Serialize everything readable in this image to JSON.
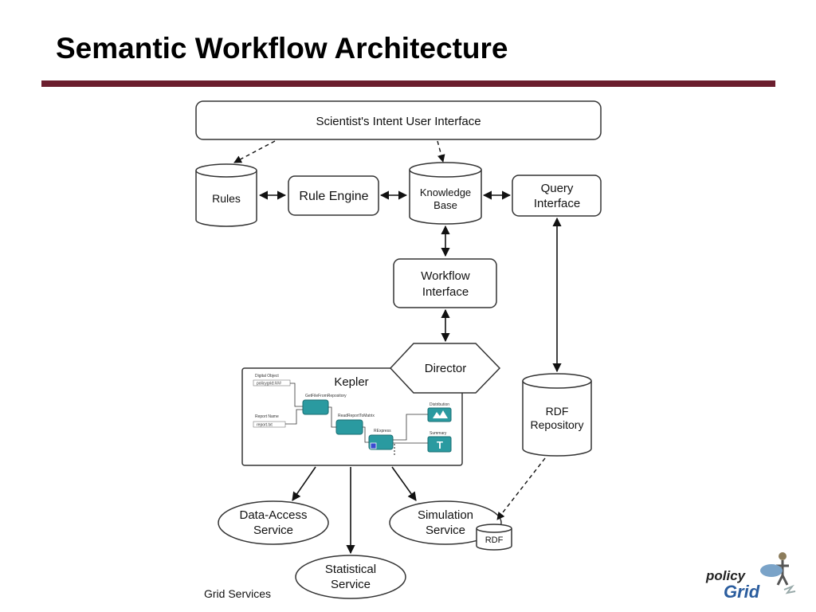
{
  "slide": {
    "title": "Semantic Workflow Architecture"
  },
  "diagram": {
    "top_interface": "Scientist's Intent User Interface",
    "rules": "Rules",
    "rule_engine": "Rule Engine",
    "knowledge_base": [
      "Knowledge",
      "Base"
    ],
    "query_interface": [
      "Query",
      "Interface"
    ],
    "workflow_interface": [
      "Workflow",
      "Interface"
    ],
    "director": "Director",
    "kepler": "Kepler",
    "kepler_labels": {
      "digital_object": "Digital Object",
      "digital_object_value": "policygrid:###",
      "get_file": "GetFileFromRepository",
      "report_name": "Report Name",
      "report_value": "report.txt",
      "read_report": "ReadReportToMatrix",
      "rexpress": "RExpress",
      "distribution": "Distribution",
      "summary": "Summary"
    },
    "rdf_repository": [
      "RDF",
      "Repository"
    ],
    "data_access": [
      "Data-Access",
      "Service"
    ],
    "simulation": [
      "Simulation",
      "Service"
    ],
    "rdf_small": "RDF",
    "statistical": [
      "Statistical",
      "Service"
    ],
    "grid_services": "Grid Services"
  },
  "logo": {
    "word1": "policy",
    "word2": "Grid"
  }
}
